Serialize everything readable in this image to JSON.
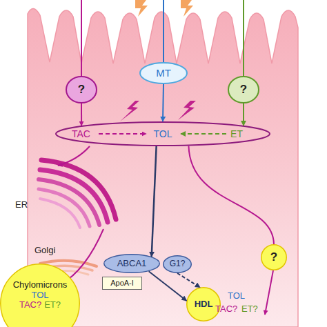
{
  "diagram": {
    "nodes": [
      {
        "text": [
          "?"
        ]
      },
      {
        "text": [
          "MT"
        ]
      },
      {
        "text": [
          "?"
        ]
      },
      {
        "text": [
          "TAC",
          "TOL",
          "ET"
        ]
      },
      {
        "text": [
          "?"
        ]
      },
      {
        "text": [
          "ABCA1"
        ]
      },
      {
        "text": [
          "G1?"
        ]
      },
      {
        "text": [
          "Chylomicrons",
          "TOL",
          "TAC?",
          "ET?"
        ]
      },
      {
        "text": [
          "ApoA-I"
        ]
      },
      {
        "text": [
          "HDL"
        ]
      }
    ],
    "edges": [
      {
        "from": 0,
        "to": 3,
        "arrow": "to"
      },
      {
        "from": 1,
        "to": 3,
        "arrow": "to"
      },
      {
        "from": 2,
        "to": 3,
        "arrow": "to"
      },
      {
        "from": 3,
        "to": 5,
        "arrow": "to"
      },
      {
        "from": 5,
        "to": 9,
        "arrow": "to"
      },
      {
        "from": 6,
        "to": 9,
        "arrow": "to"
      },
      {
        "from": 3,
        "to": 4,
        "arrow": "none"
      }
    ],
    "labels": [
      "ER",
      "Golgi",
      "TOL",
      "TAC?",
      "ET?"
    ]
  }
}
